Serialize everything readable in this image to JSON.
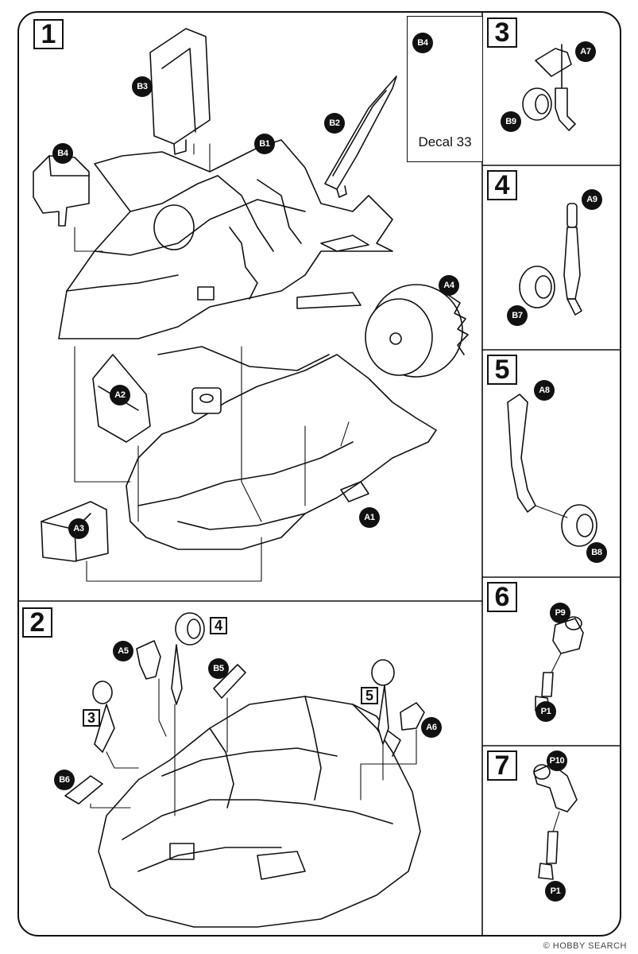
{
  "steps": {
    "s1": "1",
    "s2": "2",
    "s3": "3",
    "s4": "4",
    "s5": "5",
    "s6": "6",
    "s7": "7"
  },
  "decal": {
    "part": "B4",
    "label": "Decal 33"
  },
  "step1_parts": {
    "b3": "B3",
    "b4": "B4",
    "b2": "B2",
    "b1": "B1",
    "a4": "A4",
    "a2": "A2",
    "a3": "A3",
    "a1": "A1"
  },
  "step2_parts": {
    "a5": "A5",
    "b5": "B5",
    "a6": "A6",
    "b6": "B6",
    "ref4": "4",
    "ref3": "3",
    "ref5": "5"
  },
  "step3_parts": {
    "a7": "A7",
    "b9": "B9"
  },
  "step4_parts": {
    "a9": "A9",
    "b7": "B7"
  },
  "step5_parts": {
    "a8": "A8",
    "b8": "B8"
  },
  "step6_parts": {
    "p9": "P9",
    "p1": "P1"
  },
  "step7_parts": {
    "p10": "P10",
    "p1": "P1"
  },
  "watermark": "© HOBBY SEARCH"
}
